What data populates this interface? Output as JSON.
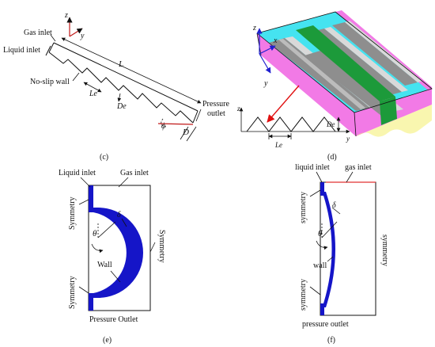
{
  "panel_c": {
    "caption": "(c)",
    "gas_inlet": "Gas inlet",
    "liquid_inlet": "Liquid inlet",
    "no_slip_wall": "No-slip wall",
    "pressure_outlet_1": "Pressure",
    "pressure_outlet_2": "outlet",
    "L": "L",
    "Le": "Le",
    "De": "De",
    "D": "D",
    "phi": "ϕ",
    "axis_z": "z",
    "axis_y": "y"
  },
  "panel_d": {
    "caption": "(d)",
    "axis_z": "z",
    "axis_x": "x",
    "axis_y": "y",
    "Le": "Le",
    "De": "De",
    "profile_z": "z",
    "profile_y": "y",
    "colors": {
      "top_cyan": "#45e3f0",
      "side_magenta": "#f27ae6",
      "stripe_green": "#1c9a3a",
      "ridge_dark": "#8e8e8e",
      "ridge_light": "#d9d9d9",
      "arrow_red": "#e01010",
      "wave_yellow": "#f5f07a"
    }
  },
  "panel_e": {
    "caption": "(e)",
    "liquid_inlet": "Liquid inlet",
    "gas_inlet": "Gas inlet",
    "symmetry_top": "Symmetry",
    "symmetry_bottom": "Symmetry",
    "symmetry_right": "Symmetry",
    "wall": "Wall",
    "pressure_outlet": "Pressure Outlet",
    "delta": "δ",
    "theta": "θ",
    "wall_color": "#1515c8"
  },
  "panel_f": {
    "caption": "(f)",
    "liquid_inlet": "liquid inlet",
    "gas_inlet": "gas inlet",
    "symmetry_top": "symmetry",
    "symmetry_bottom": "symmetry",
    "symmetry_right": "symmetry",
    "wall": "wall",
    "pressure_outlet": "pressure outlet",
    "delta": "δ",
    "theta": "θ",
    "inlet_line_color": "#e03030",
    "wall_color": "#1515c8"
  }
}
